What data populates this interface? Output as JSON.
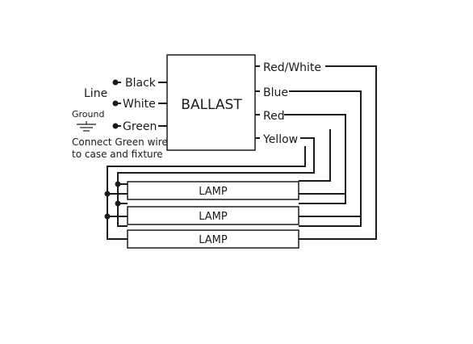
{
  "ballast": {
    "label": "BALLAST"
  },
  "line": {
    "label": "Line",
    "wires": [
      "Black",
      "White"
    ]
  },
  "ground": {
    "label": "Ground",
    "wire": "Green",
    "note_line1": "Connect Green wire",
    "note_line2": "to case and fixture"
  },
  "outputs": [
    "Red/White",
    "Blue",
    "Red",
    "Yellow"
  ],
  "lamps": [
    "LAMP",
    "LAMP",
    "LAMP"
  ]
}
